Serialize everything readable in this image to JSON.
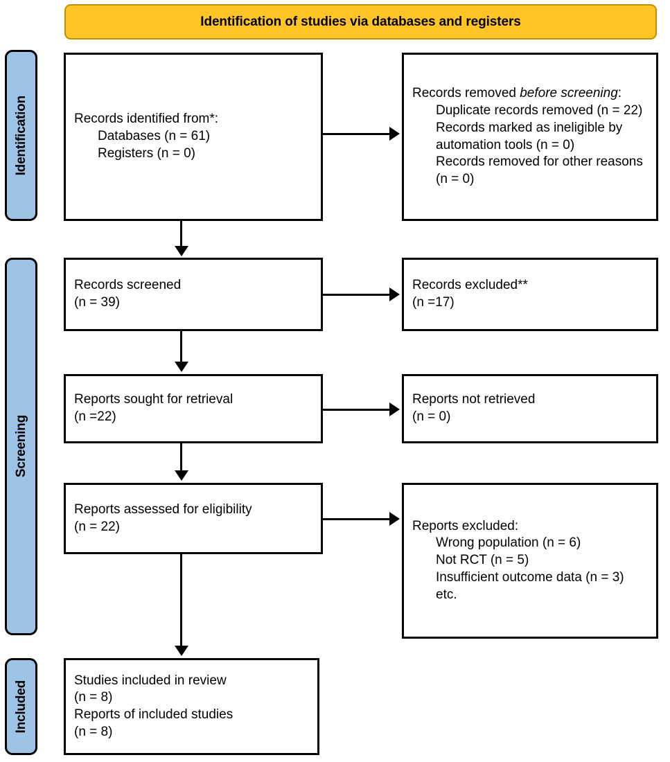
{
  "banner": {
    "title": "Identification of studies via databases and registers",
    "fill_color": "#FFC425",
    "border_color": "#BF9000"
  },
  "stages": {
    "fill_color": "#9DC3E6",
    "identification": "Identification",
    "screening": "Screening",
    "included": "Included"
  },
  "boxes": {
    "identified": {
      "heading": "Records identified from*:",
      "items": [
        "Databases (n = 61)",
        "Registers (n = 0)"
      ]
    },
    "removed": {
      "heading_prefix": "Records removed ",
      "heading_italic": "before screening",
      "heading_suffix": ":",
      "items": [
        "Duplicate records removed (n = 22)",
        "Records marked as ineligible by automation tools (n = 0)",
        "Records removed for other reasons (n = 0)"
      ]
    },
    "screened": {
      "heading": "Records screened",
      "count": "(n = 39)"
    },
    "excluded": {
      "heading": "Records excluded**",
      "count": "(n =17)"
    },
    "sought": {
      "heading": "Reports sought for retrieval",
      "count": "(n =22)"
    },
    "not_retrieved": {
      "heading": "Reports not retrieved",
      "count": "(n = 0)"
    },
    "assessed": {
      "heading": "Reports assessed for eligibility",
      "count": "(n = 22)"
    },
    "reports_excluded": {
      "heading": "Reports excluded:",
      "items": [
        "Wrong population (n = 6)",
        "Not RCT (n = 5)",
        "Insufficient outcome data (n = 3)",
        "etc."
      ]
    },
    "included": {
      "line1": "Studies included in review",
      "line2": "(n = 8)",
      "line3": "Reports of included studies",
      "line4": "(n = 8)"
    }
  }
}
